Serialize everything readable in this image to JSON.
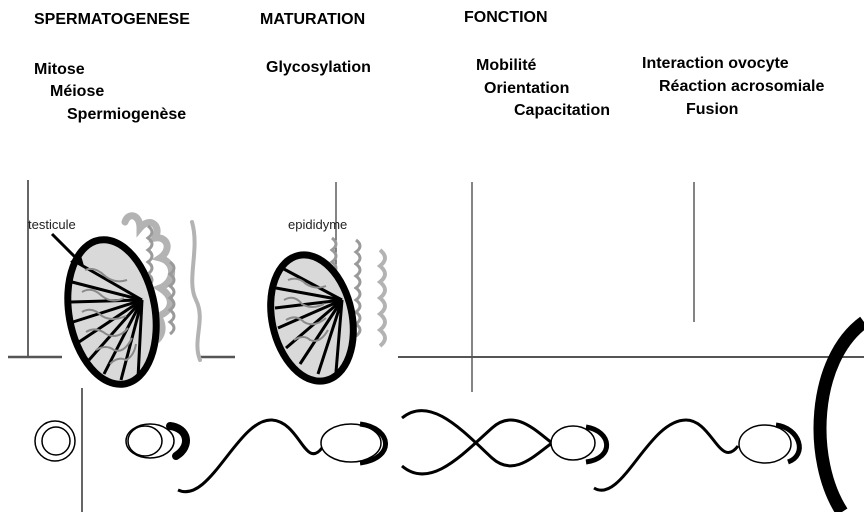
{
  "stages": [
    {
      "heading": "SPERMATOGENESE",
      "items": [
        "Mitose",
        "Méiose",
        "Spermiogenèse"
      ]
    },
    {
      "heading": "MATURATION",
      "items": [
        "Glycosylation"
      ]
    },
    {
      "heading": "FONCTION",
      "items": [
        "Mobilité",
        "Orientation",
        "Capacitation"
      ]
    },
    {
      "heading": "",
      "items": [
        "Interaction ovocyte",
        "Réaction acrosomiale",
        "Fusion"
      ]
    }
  ],
  "organs": {
    "testis": "testicule",
    "epididymis": "epididyme"
  },
  "colors": {
    "ink": "#000000",
    "duct": "#b3b3b3",
    "lobule": "#9a9a9a",
    "fill": "#d9d9d9"
  }
}
